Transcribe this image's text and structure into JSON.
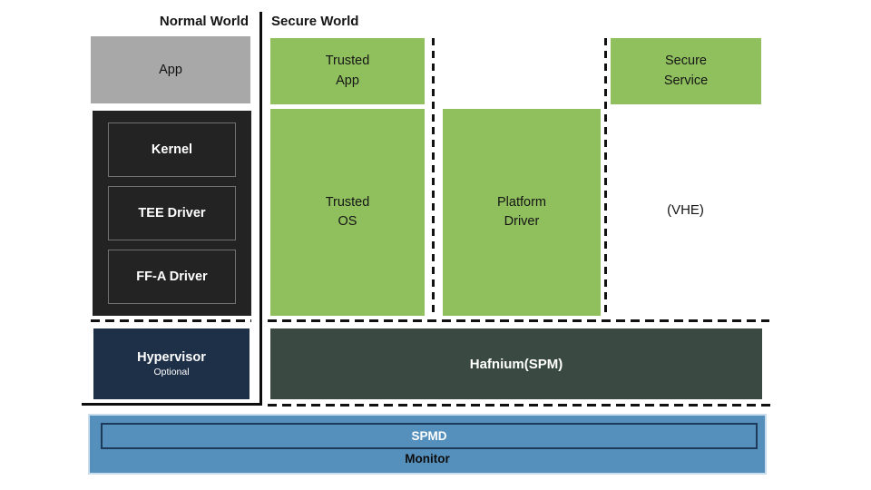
{
  "header": {
    "normal_world_label": "Normal World",
    "secure_world_label": "Secure World"
  },
  "normal_world": {
    "app": "App",
    "kernel_stack": [
      "Kernel",
      "TEE Driver",
      "FF-A Driver"
    ],
    "hypervisor": "Hypervisor",
    "hypervisor_note": "Optional"
  },
  "secure_world": {
    "trusted_app": "Trusted\nApp",
    "trusted_os": "Trusted\nOS",
    "platform_driver": "Platform\nDriver",
    "secure_service": "Secure\nService",
    "vhe": "(VHE)",
    "hafnium": "Hafnium(SPM)"
  },
  "firmware": {
    "spmd": "SPMD",
    "monitor": "Monitor"
  },
  "colors": {
    "green_box": "#90c05e",
    "gray_box": "#a8a8a8",
    "black_box": "#232323",
    "navy_box": "#1e2f48",
    "hafnium_bar": "#3a4a43",
    "monitor_bar": "#5590bd",
    "line": "#0d0d0d"
  }
}
